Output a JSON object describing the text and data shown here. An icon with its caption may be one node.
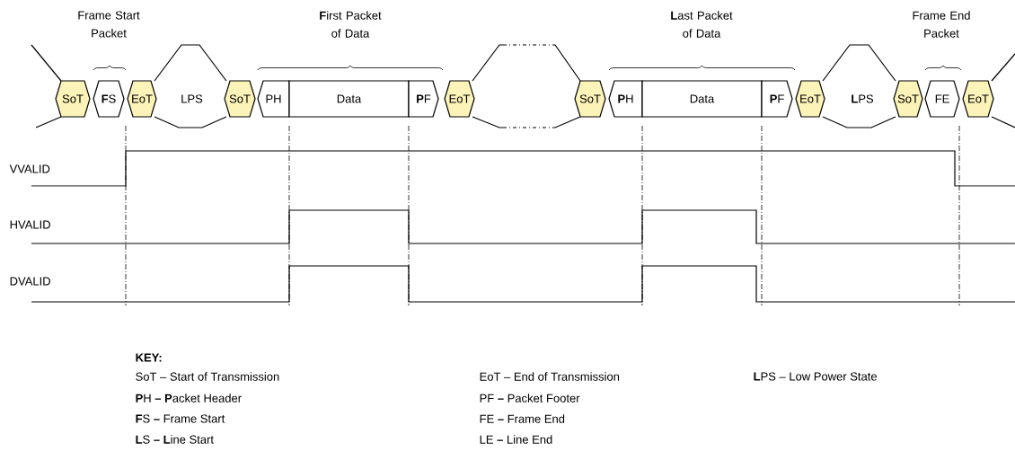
{
  "diagram": {
    "nodes": [
      {
        "text": [
          "SoT"
        ]
      },
      {
        "text": [
          "**F**S"
        ]
      },
      {
        "text": [
          "EoT"
        ]
      },
      {
        "text": [
          "LPS"
        ]
      },
      {
        "text": [
          "SoT"
        ]
      },
      {
        "text": [
          "PH"
        ]
      },
      {
        "text": [
          "Data"
        ]
      },
      {
        "text": [
          "**P**F"
        ]
      },
      {
        "text": [
          "EoT"
        ]
      },
      {
        "text": [
          "SoT"
        ]
      },
      {
        "text": [
          "**P**H"
        ]
      },
      {
        "text": [
          "Data"
        ]
      },
      {
        "text": [
          "**P**F"
        ]
      },
      {
        "text": [
          "EoT"
        ]
      },
      {
        "text": [
          "**L**PS"
        ]
      },
      {
        "text": [
          "SoT"
        ]
      },
      {
        "text": [
          "FE"
        ]
      },
      {
        "text": [
          "EoT"
        ]
      }
    ],
    "labels": [
      "Frame Start Packet",
      "**F**irst Packet of Data",
      "**L**ast Packet of Data",
      "Frame End Packet",
      "VVALID",
      "HVALID",
      "DVALID",
      "KEY:",
      "SoT – Start of Transmission",
      "EoT – End of Transmission",
      "**L**PS – Low Power State",
      "**P**H **–** **P**acket Header",
      "PF **–** Packet Footer",
      "**F**S **–** Frame Start",
      "FE **–** Frame End",
      "**L**S **–** **L**ine Start",
      "LE **–** Line End"
    ]
  }
}
